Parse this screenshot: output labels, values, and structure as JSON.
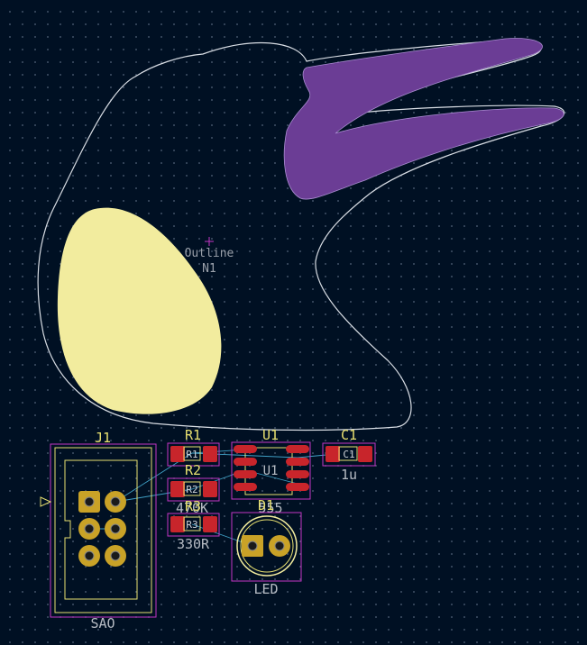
{
  "board": {
    "outline_ref": "Outline",
    "outline_val": "N1"
  },
  "components": {
    "j1": {
      "ref": "J1",
      "value": "SAO"
    },
    "r1": {
      "ref": "R1",
      "pad": "R1"
    },
    "r2": {
      "ref": "R2",
      "pad": "R2",
      "value": "470K"
    },
    "r3": {
      "ref": "R3",
      "pad": "R3",
      "value": "330R"
    },
    "u1": {
      "ref": "U1",
      "pad": "U1",
      "value": "555"
    },
    "c1": {
      "ref": "C1",
      "pad": "C1",
      "value": "1u"
    },
    "d1": {
      "ref": "D1",
      "value": "LED"
    }
  },
  "colors": {
    "background": "#001023",
    "edge_cuts": "#d8dde4",
    "silk_purple": "#6b3d95",
    "silk_yellow": "#f2ec9e",
    "smd_pad": "#c8252b",
    "courtyard": "#c436c4",
    "fab": "#e8e070",
    "th_pad": "#c9a227"
  }
}
